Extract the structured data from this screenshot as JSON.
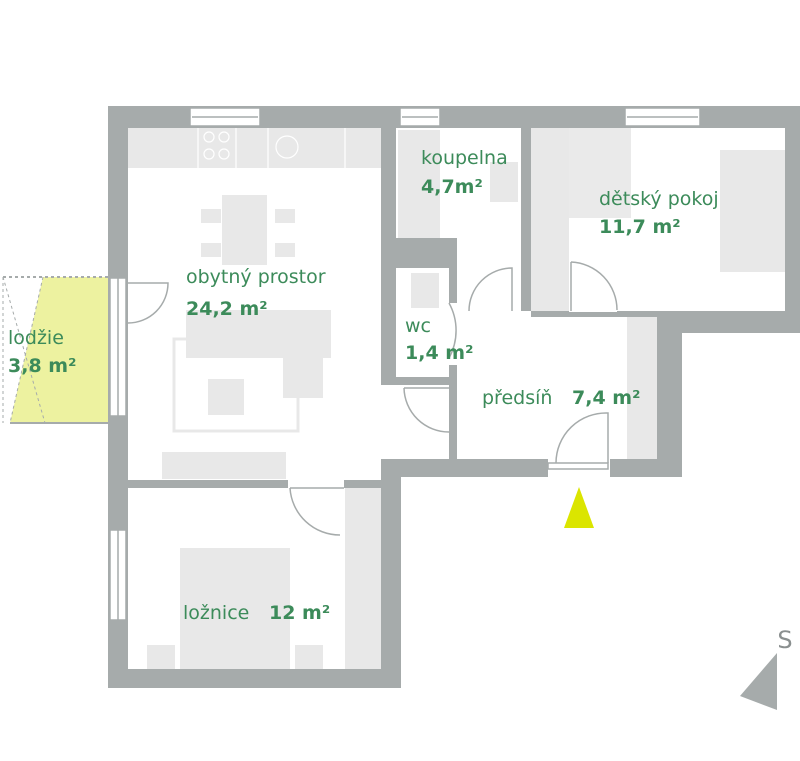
{
  "colors": {
    "wall": "#a6abab",
    "furniture": "#e8e8e8",
    "label_text": "#3c8b5a",
    "loggia_fill": "#edf2a0",
    "entrance_marker": "#dbe500",
    "compass": "#a6abab",
    "door": "#a6abab"
  },
  "rooms": {
    "living": {
      "name": "obytný prostor",
      "area": "24,2 m²"
    },
    "loggia": {
      "name": "lodžie",
      "area": "3,8 m²"
    },
    "bathroom": {
      "name": "koupelna",
      "area": "4,7m²"
    },
    "kids_room": {
      "name": "dětský pokoj",
      "area": "11,7 m²"
    },
    "wc": {
      "name": "wc",
      "area": "1,4 m²"
    },
    "hallway": {
      "name": "předsíň",
      "area": "7,4 m²"
    },
    "bedroom": {
      "name": "ložnice",
      "area": "12 m²"
    }
  },
  "compass": {
    "label": "S",
    "icon": "north-arrow-icon"
  },
  "entrance": {
    "icon": "entrance-triangle-icon"
  }
}
